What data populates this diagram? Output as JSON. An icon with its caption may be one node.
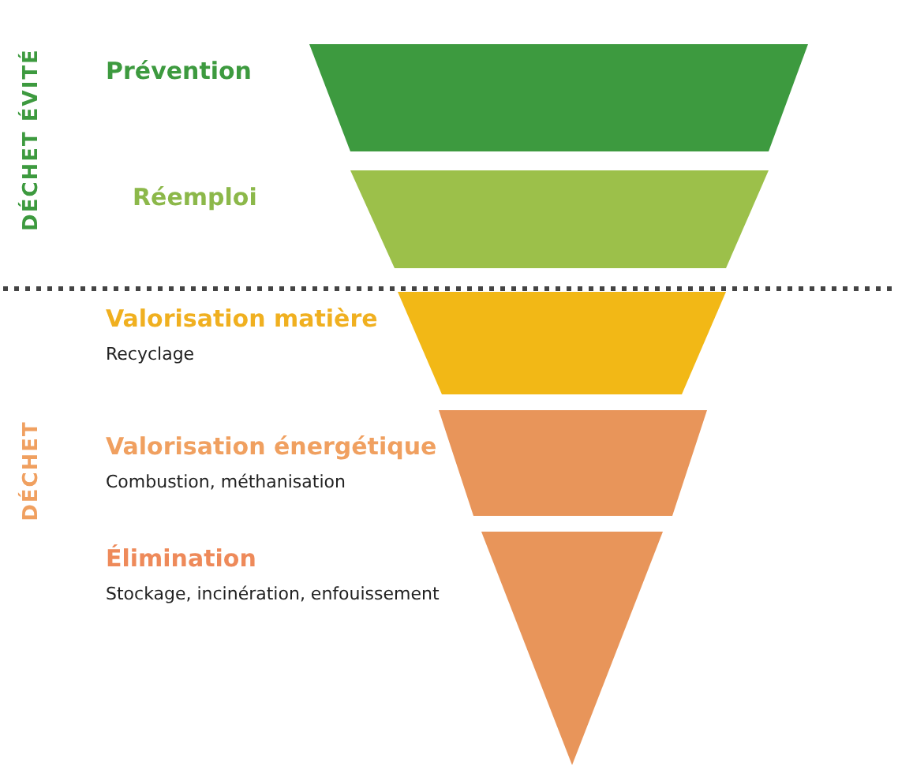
{
  "diagram": {
    "nodes": [
      {
        "text": [],
        "shape": "trapezoid",
        "beside": [
          "Prévention"
        ]
      },
      {
        "text": [],
        "shape": "trapezoid",
        "beside": [
          "Réemploi"
        ]
      },
      {
        "text": [],
        "shape": "trapezoid",
        "beside": [
          "Valorisation matière",
          "Recyclage"
        ]
      },
      {
        "text": [],
        "shape": "trapezoid",
        "beside": [
          "Valorisation énergétique",
          "Combustion, méthanisation"
        ]
      },
      {
        "text": [],
        "shape": "triangle",
        "beside": [
          "Élimination",
          "Stockage, incinération, enfouissement"
        ]
      }
    ],
    "labels": [
      "DÉCHET ÉVITÉ",
      "DÉCHET"
    ]
  }
}
